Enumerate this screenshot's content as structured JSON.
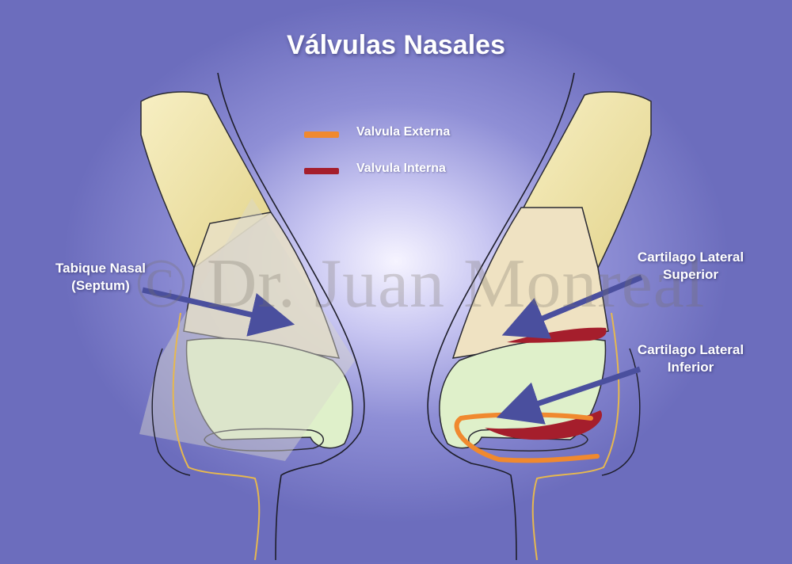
{
  "title": "Válvulas Nasales",
  "legend": [
    {
      "label": "Valvula Externa",
      "color": "#f0892f"
    },
    {
      "label": "Valvula Interna",
      "color": "#a51e2c"
    }
  ],
  "labels": {
    "septum_line1": "Tabique Nasal",
    "septum_line2": "(Septum)",
    "upper_lateral_line1": "Cartilago Lateral",
    "upper_lateral_line2": "Superior",
    "lower_lateral_line1": "Cartilago Lateral",
    "lower_lateral_line2": "Inferior"
  },
  "watermark": "© Dr. Juan Monreal",
  "colors": {
    "bone": "#efe3a6",
    "upper_cartilage": "#efe2c2",
    "lower_cartilage": "#def0c9",
    "septum_plane": "#d8d5c4",
    "arrow": "#4a4f9e",
    "outline": "#1e1e2a",
    "skin_line": "#e6b84f"
  }
}
